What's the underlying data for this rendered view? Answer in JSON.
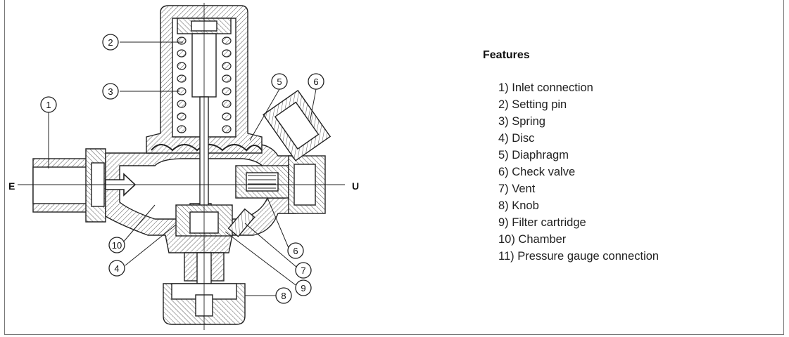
{
  "diagram": {
    "inlet_label": "E",
    "outlet_label": "U",
    "callouts": [
      "1",
      "2",
      "3",
      "4",
      "5",
      "6",
      "6",
      "7",
      "8",
      "9",
      "10"
    ]
  },
  "features": {
    "heading": "Features",
    "items": [
      "1) Inlet connection",
      "2) Setting pin",
      "3) Spring",
      "4) Disc",
      "5) Diaphragm",
      "6) Check valve",
      "7) Vent",
      "8) Knob",
      "9) Filter cartridge",
      "10) Chamber",
      "11) Pressure gauge connection"
    ]
  }
}
